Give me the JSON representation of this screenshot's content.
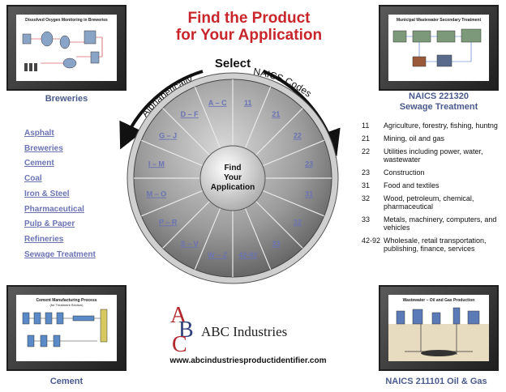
{
  "headline": {
    "line1": "Find the Product",
    "line2": "for Your Application"
  },
  "select_label": "Select",
  "arc_left": "Alphabetically",
  "arc_right": "NAICS Codes",
  "hub_text": [
    "Find",
    "Your",
    "Application"
  ],
  "wheel_alpha": [
    "A – C",
    "D – F",
    "G – J",
    "I – M",
    "M – O",
    "P – R",
    "S – V",
    "W – Z"
  ],
  "wheel_naics": [
    "11",
    "21",
    "22",
    "23",
    "31",
    "32",
    "33",
    "42-92"
  ],
  "industries": [
    "Asphalt",
    "Breweries",
    "Cement",
    "Coal",
    "Iron & Steel",
    "Pharmaceutical",
    "Pulp & Paper",
    "Refineries",
    "Sewage Treatment"
  ],
  "naics_list": [
    {
      "code": "11",
      "desc": "Agriculture, forestry, fishing, huntng"
    },
    {
      "code": "21",
      "desc": "Mining, oil and gas"
    },
    {
      "code": "22",
      "desc": "Utilities including power, water, wastewater"
    },
    {
      "code": "23",
      "desc": "Construction"
    },
    {
      "code": "31",
      "desc": "Food and textiles"
    },
    {
      "code": "32",
      "desc": "Wood, petroleum, chemical, pharmaceutical"
    },
    {
      "code": "33",
      "desc": "Metals, machinery, computers, and vehicles"
    },
    {
      "code": "42-92",
      "desc": "Wholesale, retail transportation, publishing, finance, services"
    }
  ],
  "thumbs": {
    "top_left": {
      "title": "Dissolved Oxygen Monitoring in Breweries",
      "caption": "Breweries"
    },
    "top_right": {
      "title": "Municipal Wastewater Secondary Treatment",
      "caption_line1": "NAICS 221320",
      "caption_line2": "Sewage Treatment"
    },
    "bottom_left": {
      "title": "Cement Manufacturing Process",
      "subtitle": "(for Treatment Section)",
      "caption": "Cement"
    },
    "bottom_right": {
      "title": "Wastewater – Oil and Gas Production",
      "caption": "NAICS 211101 Oil & Gas"
    }
  },
  "brand": {
    "logo_letters": "ABC",
    "name": "ABC Industries",
    "url": "www.abcindustriesproductidentifier.com"
  },
  "colors": {
    "headline": "#c8262b",
    "link": "#6b73b3",
    "caption": "#4a5a8c",
    "logo_a": "#b3262b",
    "logo_b": "#2f3f7a"
  }
}
